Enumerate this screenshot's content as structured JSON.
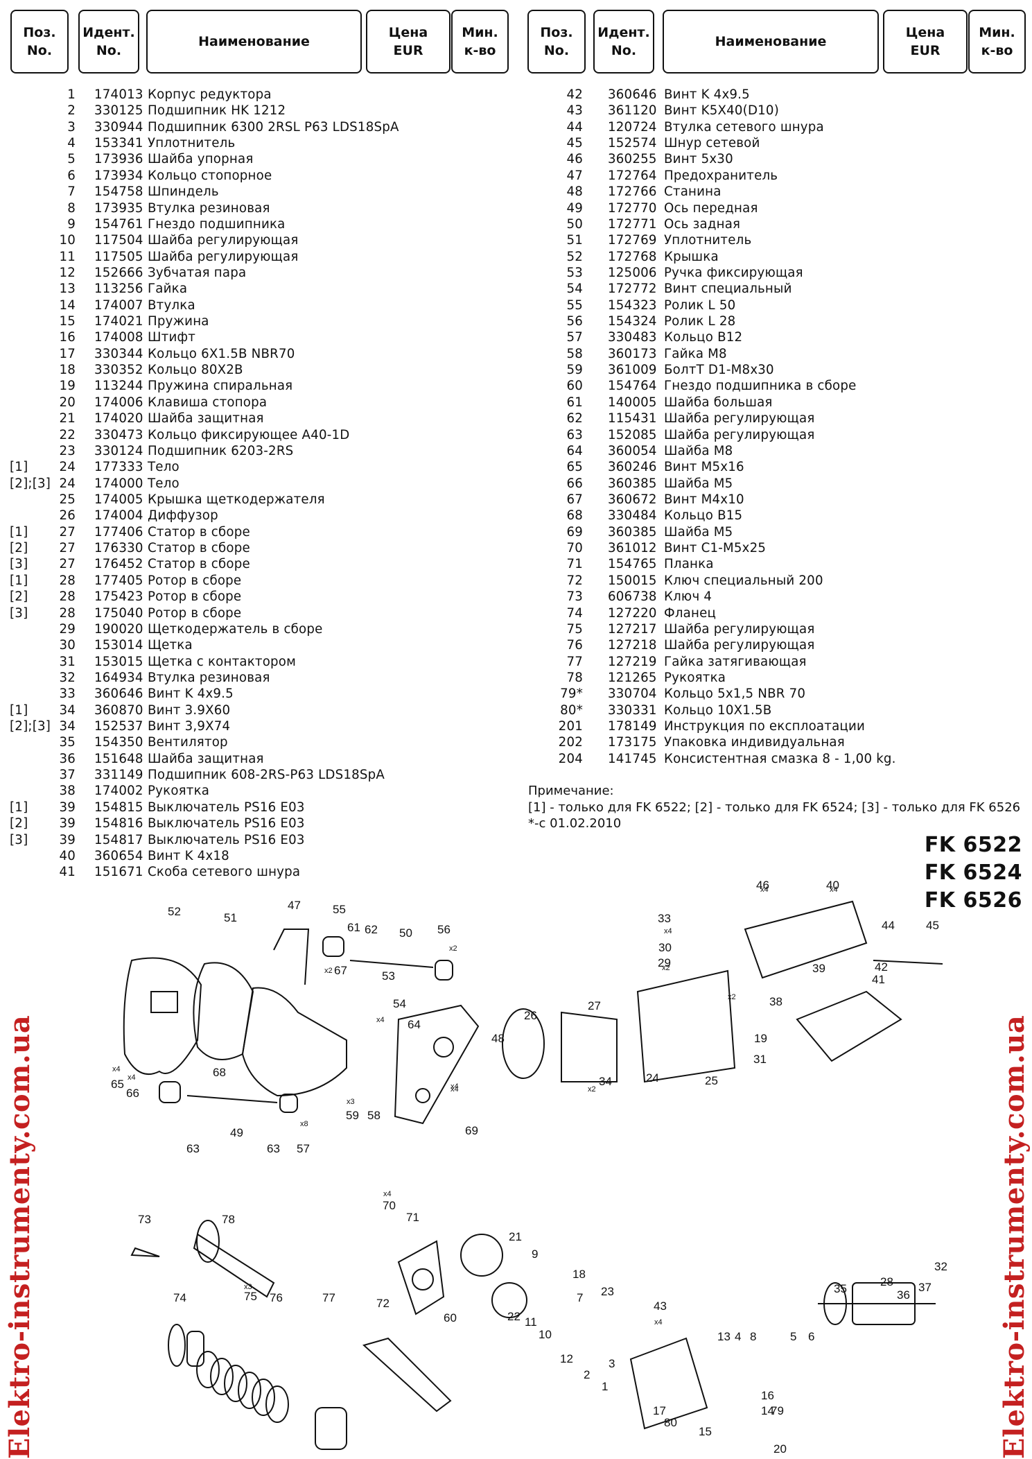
{
  "headers": {
    "pos": "Поз.\nNo.",
    "ident": "Идент.\nNo.",
    "name": "Наименование",
    "price": "Цена\nEUR",
    "qty": "Мин.\nк-во"
  },
  "left_rows": [
    {
      "m": "",
      "pos": "1",
      "id": "174013",
      "name": "Корпус редуктора"
    },
    {
      "m": "",
      "pos": "2",
      "id": "330125",
      "name": "Подшипник HK 1212"
    },
    {
      "m": "",
      "pos": "3",
      "id": "330944",
      "name": "Подшипник 6300 2RSL P63 LDS18SpA"
    },
    {
      "m": "",
      "pos": "4",
      "id": "153341",
      "name": "Уплотнитель"
    },
    {
      "m": "",
      "pos": "5",
      "id": "173936",
      "name": "Шайба упорная"
    },
    {
      "m": "",
      "pos": "6",
      "id": "173934",
      "name": "Кольцо стопорное"
    },
    {
      "m": "",
      "pos": "7",
      "id": "154758",
      "name": "Шпиндель"
    },
    {
      "m": "",
      "pos": "8",
      "id": "173935",
      "name": "Втулка резиновая"
    },
    {
      "m": "",
      "pos": "9",
      "id": "154761",
      "name": "Гнездо подшипника"
    },
    {
      "m": "",
      "pos": "10",
      "id": "117504",
      "name": "Шайба регулирующая"
    },
    {
      "m": "",
      "pos": "11",
      "id": "117505",
      "name": "Шайба регулирующая"
    },
    {
      "m": "",
      "pos": "12",
      "id": "152666",
      "name": "Зубчатая пара"
    },
    {
      "m": "",
      "pos": "13",
      "id": "113256",
      "name": "Гайка"
    },
    {
      "m": "",
      "pos": "14",
      "id": "174007",
      "name": "Втулка"
    },
    {
      "m": "",
      "pos": "15",
      "id": "174021",
      "name": "Пружина"
    },
    {
      "m": "",
      "pos": "16",
      "id": "174008",
      "name": "Штифт"
    },
    {
      "m": "",
      "pos": "17",
      "id": "330344",
      "name": "Кольцо 6X1.5B NBR70"
    },
    {
      "m": "",
      "pos": "18",
      "id": "330352",
      "name": "Кольцо 80X2B"
    },
    {
      "m": "",
      "pos": "19",
      "id": "113244",
      "name": "Пружина спиральная"
    },
    {
      "m": "",
      "pos": "20",
      "id": "174006",
      "name": "Клавиша стопора"
    },
    {
      "m": "",
      "pos": "21",
      "id": "174020",
      "name": "Шайба защитная"
    },
    {
      "m": "",
      "pos": "22",
      "id": "330473",
      "name": "Кольцо фиксирующее A40-1D"
    },
    {
      "m": "",
      "pos": "23",
      "id": "330124",
      "name": "Подшипник  6203-2RS"
    },
    {
      "m": "[1]",
      "pos": "24",
      "id": "177333",
      "name": "Тело"
    },
    {
      "m": "[2];[3]",
      "pos": "24",
      "id": "174000",
      "name": "Тело"
    },
    {
      "m": "",
      "pos": "25",
      "id": "174005",
      "name": "Крышка щеткодержателя"
    },
    {
      "m": "",
      "pos": "26",
      "id": "174004",
      "name": "Диффузор"
    },
    {
      "m": "[1]",
      "pos": "27",
      "id": "177406",
      "name": "Статор в сборе"
    },
    {
      "m": "[2]",
      "pos": "27",
      "id": "176330",
      "name": "Статор в сборе"
    },
    {
      "m": "[3]",
      "pos": "27",
      "id": "176452",
      "name": "Статор в сборе"
    },
    {
      "m": "[1]",
      "pos": "28",
      "id": "177405",
      "name": "Ротор в сборе"
    },
    {
      "m": "[2]",
      "pos": "28",
      "id": "175423",
      "name": "Ротор в сборе"
    },
    {
      "m": "[3]",
      "pos": "28",
      "id": "175040",
      "name": "Ротор в сборе"
    },
    {
      "m": "",
      "pos": "29",
      "id": "190020",
      "name": "Щеткодержатель в сборе"
    },
    {
      "m": "",
      "pos": "30",
      "id": "153014",
      "name": "Щетка"
    },
    {
      "m": "",
      "pos": "31",
      "id": "153015",
      "name": "Щетка с контактором"
    },
    {
      "m": "",
      "pos": "32",
      "id": "164934",
      "name": "Втулка резиновая"
    },
    {
      "m": "",
      "pos": "33",
      "id": "360646",
      "name": "Винт K 4x9.5"
    },
    {
      "m": "[1]",
      "pos": "34",
      "id": "360870",
      "name": "Винт 3.9X60"
    },
    {
      "m": "[2];[3]",
      "pos": "34",
      "id": "152537",
      "name": "Винт 3,9X74"
    },
    {
      "m": "",
      "pos": "35",
      "id": "154350",
      "name": "Вентилятор"
    },
    {
      "m": "",
      "pos": "36",
      "id": "151648",
      "name": "Шайба защитная"
    },
    {
      "m": "",
      "pos": "37",
      "id": "331149",
      "name": "Подшипник 608-2RS-P63 LDS18SpA"
    },
    {
      "m": "",
      "pos": "38",
      "id": "174002",
      "name": "Рукоятка"
    },
    {
      "m": "[1]",
      "pos": "39",
      "id": "154815",
      "name": "Выключатель PS16 E03"
    },
    {
      "m": "[2]",
      "pos": "39",
      "id": "154816",
      "name": "Выключатель PS16 E03"
    },
    {
      "m": "[3]",
      "pos": "39",
      "id": "154817",
      "name": "Выключатель PS16 E03"
    },
    {
      "m": "",
      "pos": "40",
      "id": "360654",
      "name": "Винт K 4x18"
    },
    {
      "m": "",
      "pos": "41",
      "id": "151671",
      "name": "Скоба сетевого шнура"
    }
  ],
  "right_rows": [
    {
      "pos": "42",
      "id": "360646",
      "name": "Винт K 4x9.5"
    },
    {
      "pos": "43",
      "id": "361120",
      "name": "Винт K5X40(D10)"
    },
    {
      "pos": "44",
      "id": "120724",
      "name": "Втулка сетевого шнура"
    },
    {
      "pos": "45",
      "id": "152574",
      "name": "Шнур сетевой"
    },
    {
      "pos": "46",
      "id": "360255",
      "name": "Винт 5x30"
    },
    {
      "pos": "47",
      "id": "172764",
      "name": "Предохранитель"
    },
    {
      "pos": "48",
      "id": "172766",
      "name": "Станина"
    },
    {
      "pos": "49",
      "id": "172770",
      "name": "Ось передная"
    },
    {
      "pos": "50",
      "id": "172771",
      "name": "Ось задная"
    },
    {
      "pos": "51",
      "id": "172769",
      "name": "Уплотнитель"
    },
    {
      "pos": "52",
      "id": "172768",
      "name": "Крышка"
    },
    {
      "pos": "53",
      "id": "125006",
      "name": "Ручка фиксирующая"
    },
    {
      "pos": "54",
      "id": "172772",
      "name": "Винт специальный"
    },
    {
      "pos": "55",
      "id": "154323",
      "name": "Ролик L 50"
    },
    {
      "pos": "56",
      "id": "154324",
      "name": "Ролик L 28"
    },
    {
      "pos": "57",
      "id": "330483",
      "name": "Кольцо B12"
    },
    {
      "pos": "58",
      "id": "360173",
      "name": "Гайка M8"
    },
    {
      "pos": "59",
      "id": "361009",
      "name": "БолтT D1-M8x30"
    },
    {
      "pos": "60",
      "id": "154764",
      "name": "Гнездо подшипника в сборе"
    },
    {
      "pos": "61",
      "id": "140005",
      "name": "Шайба большая"
    },
    {
      "pos": "62",
      "id": "115431",
      "name": "Шайба регулирующая"
    },
    {
      "pos": "63",
      "id": "152085",
      "name": "Шайба регулирующая"
    },
    {
      "pos": "64",
      "id": "360054",
      "name": "Шайба M8"
    },
    {
      "pos": "65",
      "id": "360246",
      "name": "Винт M5x16"
    },
    {
      "pos": "66",
      "id": "360385",
      "name": "Шайба M5"
    },
    {
      "pos": "67",
      "id": "360672",
      "name": "Винт M4x10"
    },
    {
      "pos": "68",
      "id": "330484",
      "name": "Кольцо B15"
    },
    {
      "pos": "69",
      "id": "360385",
      "name": "Шайба M5"
    },
    {
      "pos": "70",
      "id": "361012",
      "name": "Винт C1-M5x25"
    },
    {
      "pos": "71",
      "id": "154765",
      "name": "Планка"
    },
    {
      "pos": "72",
      "id": "150015",
      "name": "Ключ специальный 200"
    },
    {
      "pos": "73",
      "id": "606738",
      "name": "Ключ 4"
    },
    {
      "pos": "74",
      "id": "127220",
      "name": "Фланец"
    },
    {
      "pos": "75",
      "id": "127217",
      "name": "Шайба регулирующая"
    },
    {
      "pos": "76",
      "id": "127218",
      "name": "Шайба регулирующая"
    },
    {
      "pos": "77",
      "id": "127219",
      "name": "Гайка затягивающая"
    },
    {
      "pos": "78",
      "id": "121265",
      "name": "Рукоятка"
    },
    {
      "pos": "79*",
      "id": "330704",
      "name": "Кольцо 5x1,5 NBR 70"
    },
    {
      "pos": "80*",
      "id": "330331",
      "name": "Кольцо 10X1.5B"
    },
    {
      "pos": "201",
      "id": "178149",
      "name": "Инструкция по експлоатации"
    },
    {
      "pos": "202",
      "id": "173175",
      "name": "Упаковка индивидуальная"
    },
    {
      "pos": "204",
      "id": "141745",
      "name": "Консистентная смазка 8  - 1,00 kg."
    }
  ],
  "note": {
    "title": "Примечание:",
    "line1": "[1] - только для FK 6522; [2] - только для FK 6524; [3] - только для FK 6526",
    "line2": "*-с 01.02.2010"
  },
  "models": [
    "FK 6522",
    "FK 6524",
    "FK 6526"
  ],
  "watermark": "Elektro-instrumenty.com.ua",
  "diagram_labels": [
    "1",
    "2",
    "3",
    "4",
    "5",
    "6",
    "7",
    "8",
    "9",
    "10",
    "11",
    "12",
    "13",
    "14",
    "15",
    "16",
    "17",
    "18",
    "19",
    "20",
    "21",
    "22",
    "23",
    "24",
    "25",
    "26",
    "27",
    "28",
    "29",
    "30",
    "31",
    "32",
    "33",
    "34",
    "35",
    "36",
    "37",
    "38",
    "39",
    "40",
    "41",
    "42",
    "43",
    "44",
    "45",
    "46",
    "47",
    "48",
    "49",
    "50",
    "51",
    "52",
    "53",
    "54",
    "55",
    "56",
    "57",
    "58",
    "59",
    "60",
    "61",
    "62",
    "63",
    "63",
    "64",
    "65",
    "66",
    "67",
    "68",
    "69",
    "70",
    "71",
    "72",
    "73",
    "74",
    "75",
    "76",
    "77",
    "78",
    "79",
    "80"
  ],
  "diagram_qty": [
    "x2",
    "x2",
    "x2",
    "x4",
    "x4",
    "x4",
    "x4",
    "x4",
    "x4",
    "x3",
    "x4",
    "x8",
    "x2",
    "x2",
    "x4",
    "x4",
    "x4",
    "x3"
  ],
  "colors": {
    "watermark": "#c42020",
    "ink": "#111111"
  }
}
